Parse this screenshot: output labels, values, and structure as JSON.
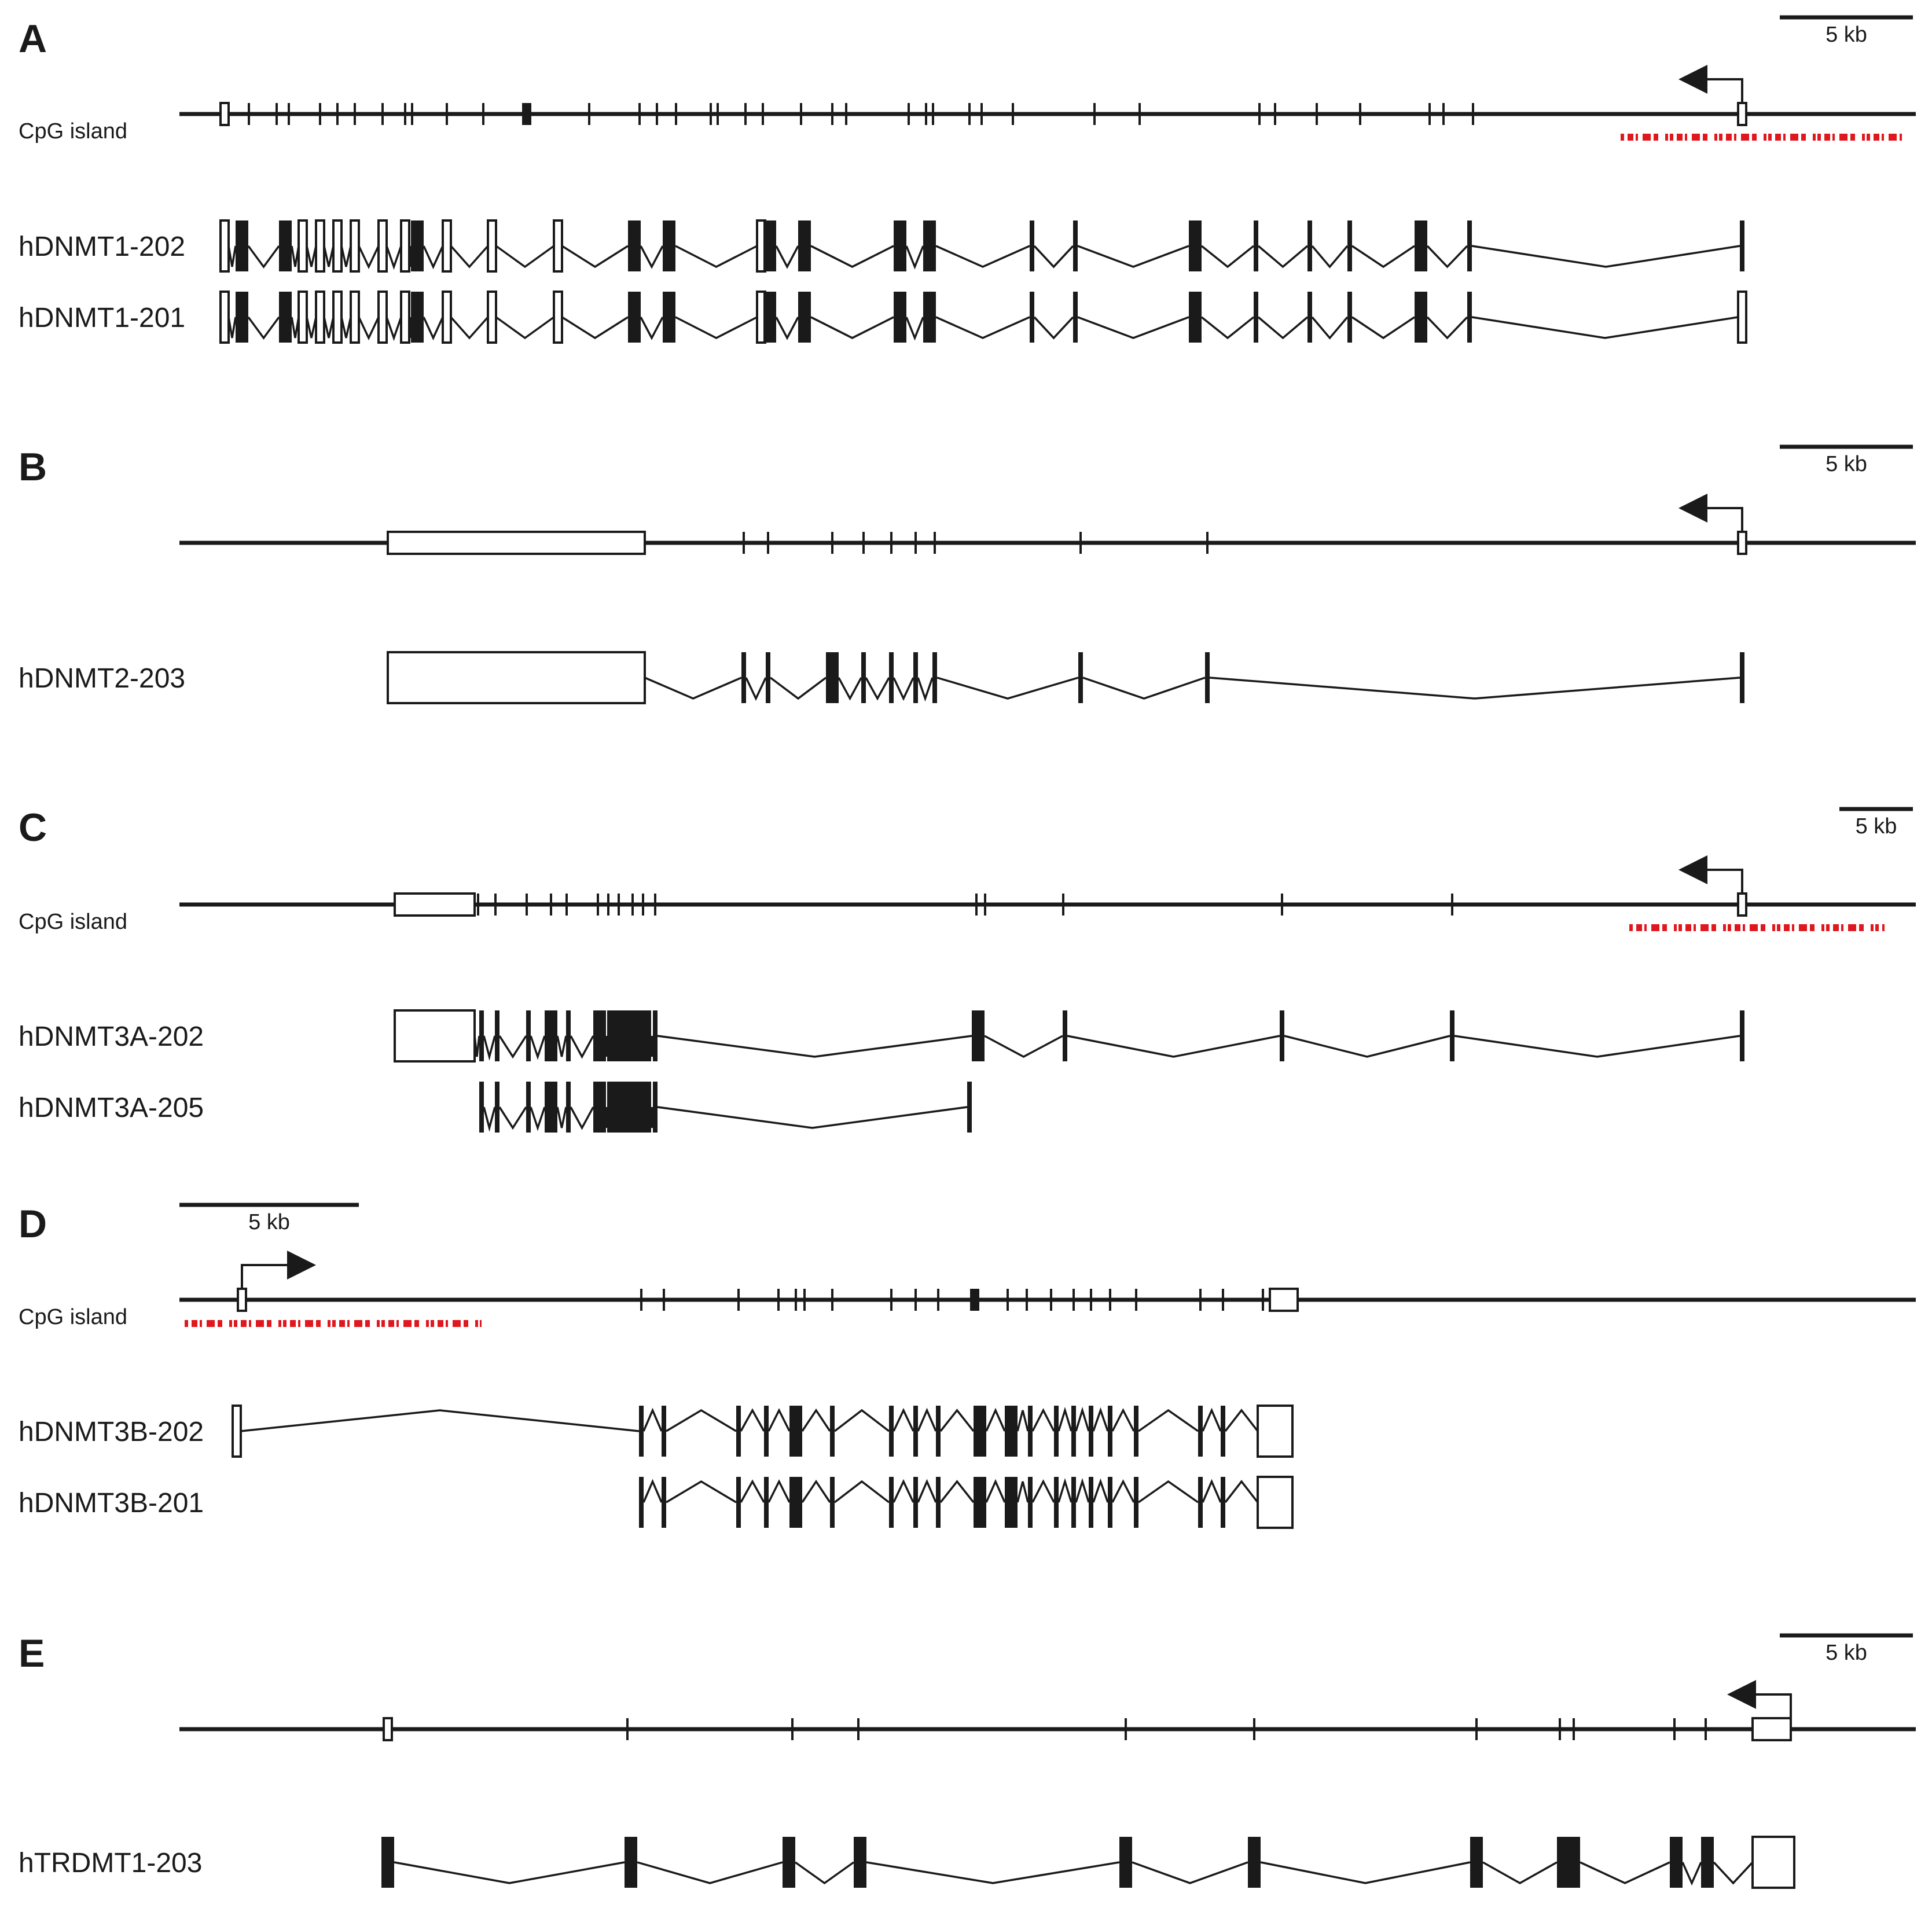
{
  "colors": {
    "ink": "#1a1a1a",
    "cpg": "#e0181e",
    "paper": "#ffffff"
  },
  "panels": [
    {
      "id": "A",
      "letter": "A",
      "scale_label": "5 kb",
      "strand": "minus",
      "cpg_label": "CpG island",
      "exons": [
        [
          0.026,
          "b"
        ],
        [
          0.04,
          "t"
        ],
        [
          0.056,
          "t"
        ],
        [
          0.063,
          "t"
        ],
        [
          0.081,
          "t"
        ],
        [
          0.091,
          "t"
        ],
        [
          0.101,
          "t"
        ],
        [
          0.117,
          "t"
        ],
        [
          0.13,
          "t"
        ],
        [
          0.134,
          "t"
        ],
        [
          0.154,
          "t"
        ],
        [
          0.175,
          "t"
        ],
        [
          0.2,
          "f"
        ],
        [
          0.236,
          "t"
        ],
        [
          0.265,
          "t"
        ],
        [
          0.275,
          "t"
        ],
        [
          0.286,
          "t"
        ],
        [
          0.306,
          "t"
        ],
        [
          0.31,
          "t"
        ],
        [
          0.326,
          "t"
        ],
        [
          0.336,
          "t"
        ],
        [
          0.358,
          "t"
        ],
        [
          0.376,
          "t"
        ],
        [
          0.384,
          "t"
        ],
        [
          0.42,
          "t"
        ],
        [
          0.43,
          "t"
        ],
        [
          0.434,
          "t"
        ],
        [
          0.455,
          "t"
        ],
        [
          0.462,
          "t"
        ],
        [
          0.48,
          "t"
        ],
        [
          0.527,
          "t"
        ],
        [
          0.553,
          "t"
        ],
        [
          0.622,
          "t"
        ],
        [
          0.631,
          "t"
        ],
        [
          0.655,
          "t"
        ],
        [
          0.68,
          "t"
        ],
        [
          0.72,
          "t"
        ],
        [
          0.728,
          "t"
        ],
        [
          0.745,
          "t"
        ],
        [
          0.9,
          "b"
        ]
      ],
      "cpg": [
        [
          0.83,
          0.992
        ]
      ],
      "transcripts": [
        {
          "name": "hDNMT1-202",
          "apex": "down",
          "exons": [
            [
              0.026,
              "b"
            ],
            [
              0.036,
              "f"
            ],
            [
              0.061,
              "f"
            ],
            [
              0.071,
              "b"
            ],
            [
              0.081,
              "b"
            ],
            [
              0.091,
              "b"
            ],
            [
              0.101,
              "b"
            ],
            [
              0.117,
              "b"
            ],
            [
              0.13,
              "b"
            ],
            [
              0.137,
              "f"
            ],
            [
              0.154,
              "b"
            ],
            [
              0.18,
              "b"
            ],
            [
              0.218,
              "b"
            ],
            [
              0.262,
              "f"
            ],
            [
              0.282,
              "f"
            ],
            [
              0.335,
              "b"
            ],
            [
              0.34,
              "f"
            ],
            [
              0.36,
              "f"
            ],
            [
              0.415,
              "f"
            ],
            [
              0.432,
              "f"
            ],
            [
              0.491,
              "t"
            ],
            [
              0.516,
              "t"
            ],
            [
              0.585,
              "f"
            ],
            [
              0.62,
              "t"
            ],
            [
              0.651,
              "t"
            ],
            [
              0.674,
              "t"
            ],
            [
              0.715,
              "f"
            ],
            [
              0.743,
              "t"
            ],
            [
              0.9,
              "t"
            ]
          ]
        },
        {
          "name": "hDNMT1-201",
          "apex": "down",
          "exons": [
            [
              0.026,
              "b"
            ],
            [
              0.036,
              "f"
            ],
            [
              0.061,
              "f"
            ],
            [
              0.071,
              "b"
            ],
            [
              0.081,
              "b"
            ],
            [
              0.091,
              "b"
            ],
            [
              0.101,
              "b"
            ],
            [
              0.117,
              "b"
            ],
            [
              0.13,
              "b"
            ],
            [
              0.137,
              "f"
            ],
            [
              0.154,
              "b"
            ],
            [
              0.18,
              "b"
            ],
            [
              0.218,
              "b"
            ],
            [
              0.262,
              "f"
            ],
            [
              0.282,
              "f"
            ],
            [
              0.335,
              "b"
            ],
            [
              0.34,
              "f"
            ],
            [
              0.36,
              "f"
            ],
            [
              0.415,
              "f"
            ],
            [
              0.432,
              "f"
            ],
            [
              0.491,
              "t"
            ],
            [
              0.516,
              "t"
            ],
            [
              0.585,
              "f"
            ],
            [
              0.62,
              "t"
            ],
            [
              0.651,
              "t"
            ],
            [
              0.674,
              "t"
            ],
            [
              0.715,
              "f"
            ],
            [
              0.743,
              "t"
            ],
            [
              0.9,
              "b"
            ]
          ]
        }
      ]
    },
    {
      "id": "B",
      "letter": "B",
      "scale_label": "5 kb",
      "strand": "minus",
      "exons": [
        [
          0.12,
          "B",
          0.148
        ],
        [
          0.325,
          "t"
        ],
        [
          0.339,
          "t"
        ],
        [
          0.376,
          "t"
        ],
        [
          0.394,
          "t"
        ],
        [
          0.41,
          "t"
        ],
        [
          0.424,
          "t"
        ],
        [
          0.435,
          "t"
        ],
        [
          0.519,
          "t"
        ],
        [
          0.592,
          "t"
        ],
        [
          0.9,
          "b"
        ]
      ],
      "transcripts": [
        {
          "name": "hDNMT2-203",
          "apex": "down",
          "exons": [
            [
              0.12,
              "B",
              0.148
            ],
            [
              0.325,
              "t"
            ],
            [
              0.339,
              "t"
            ],
            [
              0.376,
              "f"
            ],
            [
              0.394,
              "t"
            ],
            [
              0.41,
              "t"
            ],
            [
              0.424,
              "t"
            ],
            [
              0.435,
              "t"
            ],
            [
              0.519,
              "t"
            ],
            [
              0.592,
              "t"
            ],
            [
              0.9,
              "t"
            ]
          ]
        }
      ]
    },
    {
      "id": "C",
      "letter": "C",
      "scale_label": "5 kb",
      "strand": "minus",
      "cpg_label": "CpG island",
      "exons": [
        [
          0.124,
          "B",
          0.046
        ],
        [
          0.172,
          "t"
        ],
        [
          0.182,
          "t"
        ],
        [
          0.2,
          "t"
        ],
        [
          0.214,
          "t"
        ],
        [
          0.223,
          "t"
        ],
        [
          0.241,
          "t"
        ],
        [
          0.247,
          "t"
        ],
        [
          0.253,
          "t"
        ],
        [
          0.261,
          "t"
        ],
        [
          0.267,
          "t"
        ],
        [
          0.274,
          "t"
        ],
        [
          0.459,
          "t"
        ],
        [
          0.464,
          "t"
        ],
        [
          0.509,
          "t"
        ],
        [
          0.635,
          "t"
        ],
        [
          0.733,
          "t"
        ],
        [
          0.9,
          "b"
        ]
      ],
      "cpg": [
        [
          0.835,
          0.982
        ]
      ],
      "transcripts": [
        {
          "name": "hDNMT3A-202",
          "apex": "down",
          "exons": [
            [
              0.124,
              "B",
              0.046
            ],
            [
              0.174,
              "t"
            ],
            [
              0.183,
              "t"
            ],
            [
              0.201,
              "t"
            ],
            [
              0.214,
              "f"
            ],
            [
              0.224,
              "t"
            ],
            [
              0.242,
              "f"
            ],
            [
              0.25,
              "f"
            ],
            [
              0.256,
              "f"
            ],
            [
              0.262,
              "f"
            ],
            [
              0.268,
              "f"
            ],
            [
              0.274,
              "t"
            ],
            [
              0.46,
              "f"
            ],
            [
              0.51,
              "t"
            ],
            [
              0.635,
              "t"
            ],
            [
              0.733,
              "t"
            ],
            [
              0.9,
              "t"
            ]
          ]
        },
        {
          "name": "hDNMT3A-205",
          "apex": "down",
          "exons": [
            [
              0.174,
              "t"
            ],
            [
              0.183,
              "t"
            ],
            [
              0.201,
              "t"
            ],
            [
              0.214,
              "f"
            ],
            [
              0.224,
              "t"
            ],
            [
              0.242,
              "f"
            ],
            [
              0.25,
              "f"
            ],
            [
              0.256,
              "f"
            ],
            [
              0.262,
              "f"
            ],
            [
              0.268,
              "f"
            ],
            [
              0.274,
              "t"
            ],
            [
              0.455,
              "t"
            ]
          ]
        }
      ]
    },
    {
      "id": "D",
      "letter": "D",
      "scale_label": "5 kb",
      "strand": "plus",
      "cpg_label": "CpG island",
      "exons": [
        [
          0.036,
          "b"
        ],
        [
          0.266,
          "t"
        ],
        [
          0.279,
          "t"
        ],
        [
          0.322,
          "t"
        ],
        [
          0.345,
          "t"
        ],
        [
          0.355,
          "t"
        ],
        [
          0.36,
          "t"
        ],
        [
          0.376,
          "t"
        ],
        [
          0.41,
          "t"
        ],
        [
          0.424,
          "t"
        ],
        [
          0.437,
          "t"
        ],
        [
          0.458,
          "f"
        ],
        [
          0.477,
          "t"
        ],
        [
          0.488,
          "t"
        ],
        [
          0.502,
          "t"
        ],
        [
          0.515,
          "t"
        ],
        [
          0.525,
          "t"
        ],
        [
          0.536,
          "t"
        ],
        [
          0.551,
          "t"
        ],
        [
          0.588,
          "t"
        ],
        [
          0.601,
          "t"
        ],
        [
          0.624,
          "t"
        ],
        [
          0.628,
          "B",
          0.016
        ]
      ],
      "cpg": [
        [
          0.003,
          0.174
        ]
      ],
      "transcripts": [
        {
          "name": "hDNMT3B-202",
          "apex": "up",
          "exons": [
            [
              0.033,
              "b"
            ],
            [
              0.266,
              "t"
            ],
            [
              0.279,
              "t"
            ],
            [
              0.322,
              "t"
            ],
            [
              0.338,
              "t"
            ],
            [
              0.355,
              "f"
            ],
            [
              0.376,
              "t"
            ],
            [
              0.41,
              "t"
            ],
            [
              0.424,
              "t"
            ],
            [
              0.437,
              "t"
            ],
            [
              0.461,
              "f"
            ],
            [
              0.479,
              "f"
            ],
            [
              0.49,
              "t"
            ],
            [
              0.505,
              "t"
            ],
            [
              0.515,
              "t"
            ],
            [
              0.525,
              "t"
            ],
            [
              0.536,
              "t"
            ],
            [
              0.551,
              "t"
            ],
            [
              0.588,
              "t"
            ],
            [
              0.601,
              "t"
            ],
            [
              0.621,
              "B",
              0.02
            ]
          ]
        },
        {
          "name": "hDNMT3B-201",
          "apex": "up",
          "exons": [
            [
              0.266,
              "t"
            ],
            [
              0.279,
              "t"
            ],
            [
              0.322,
              "t"
            ],
            [
              0.338,
              "t"
            ],
            [
              0.355,
              "f"
            ],
            [
              0.376,
              "t"
            ],
            [
              0.41,
              "t"
            ],
            [
              0.424,
              "t"
            ],
            [
              0.437,
              "t"
            ],
            [
              0.461,
              "f"
            ],
            [
              0.479,
              "f"
            ],
            [
              0.49,
              "t"
            ],
            [
              0.505,
              "t"
            ],
            [
              0.515,
              "t"
            ],
            [
              0.525,
              "t"
            ],
            [
              0.536,
              "t"
            ],
            [
              0.551,
              "t"
            ],
            [
              0.588,
              "t"
            ],
            [
              0.601,
              "t"
            ],
            [
              0.621,
              "B",
              0.02
            ]
          ]
        }
      ]
    },
    {
      "id": "E",
      "letter": "E",
      "scale_label": "5 kb",
      "strand": "minus",
      "exons": [
        [
          0.12,
          "b"
        ],
        [
          0.258,
          "t"
        ],
        [
          0.353,
          "t"
        ],
        [
          0.391,
          "t"
        ],
        [
          0.545,
          "t"
        ],
        [
          0.619,
          "t"
        ],
        [
          0.747,
          "t"
        ],
        [
          0.795,
          "t"
        ],
        [
          0.803,
          "t"
        ],
        [
          0.861,
          "t"
        ],
        [
          0.879,
          "t"
        ],
        [
          0.906,
          "B",
          0.022
        ]
      ],
      "transcripts": [
        {
          "name": "hTRDMT1-203",
          "apex": "down",
          "exons": [
            [
              0.12,
              "f"
            ],
            [
              0.26,
              "f"
            ],
            [
              0.351,
              "f"
            ],
            [
              0.392,
              "f"
            ],
            [
              0.545,
              "f"
            ],
            [
              0.619,
              "f"
            ],
            [
              0.747,
              "f"
            ],
            [
              0.797,
              "f"
            ],
            [
              0.803,
              "f"
            ],
            [
              0.862,
              "f"
            ],
            [
              0.88,
              "f"
            ],
            [
              0.906,
              "B",
              0.024
            ]
          ]
        }
      ]
    }
  ]
}
